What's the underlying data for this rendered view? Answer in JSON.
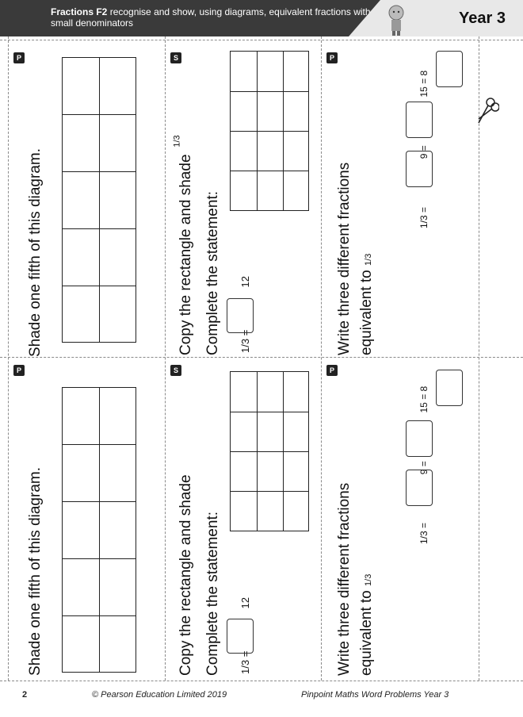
{
  "header": {
    "topic_bold": "Fractions F2",
    "topic_rest": "recognise and show, using diagrams, equivalent fractions with small denominators",
    "year": "Year 3"
  },
  "cards": {
    "c1_text": "Shade one fifth of this diagram.",
    "c2_line1": "Copy the rectangle and shade",
    "c2_line2": "Complete the statement:",
    "c3_line1": "Write three different fractions",
    "c3_line2": "equivalent to",
    "one": "1",
    "three": "3",
    "eight": "8",
    "nine": "9",
    "twelve": "12",
    "fifteen": "15",
    "equals": "="
  },
  "footer": {
    "page_number": "2",
    "copyright": "© Pearson Education Limited 2019",
    "book": "Pinpoint Maths Word Problems Year 3"
  }
}
